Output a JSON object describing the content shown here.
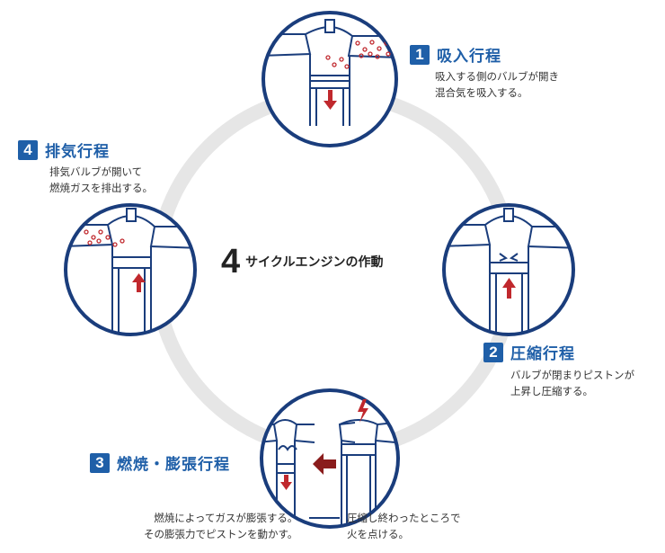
{
  "center": {
    "number": "4",
    "title": "サイクルエンジンの作動"
  },
  "steps": [
    {
      "number": "1",
      "title": "吸入行程",
      "desc_line1": "吸入する側のバルブが開き",
      "desc_line2": "混合気を吸入する。"
    },
    {
      "number": "2",
      "title": "圧縮行程",
      "desc_line1": "バルブが閉まりピストンが",
      "desc_line2": "上昇し圧縮する。"
    },
    {
      "number": "3",
      "title": "燃焼・膨張行程",
      "desc_line1": "燃焼によってガスが膨張する。",
      "desc_line2": "その膨張力でピストンを動かす。"
    },
    {
      "number": "4",
      "title": "排気行程",
      "desc_line1": "排気バルブが開いて",
      "desc_line2": "燃焼ガスを排出する。"
    }
  ],
  "ignition": {
    "desc_line1": "圧縮し終わったところで",
    "desc_line2": "火を点ける。"
  },
  "colors": {
    "blue": "#1f5fa8",
    "navy": "#1a3d7c",
    "red": "#c0282d",
    "ring": "#e6e6e6"
  }
}
